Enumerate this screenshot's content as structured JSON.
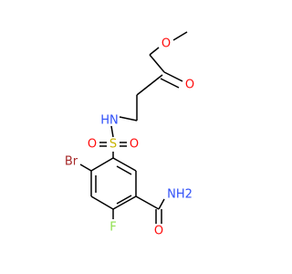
{
  "molecule": {
    "colors": {
      "carbon_bond": "#000000",
      "oxygen": "#ff0d0d",
      "nitrogen": "#3050f8",
      "sulfur": "#c8b400",
      "bromine": "#a62929",
      "fluorine": "#90e050"
    },
    "atom_labels": {
      "ester_o_single": "O",
      "ester_o_double": "O",
      "sulfonamide_nh": "HN",
      "sulfur": "S",
      "sulfonyl_o_left": "O",
      "sulfonyl_o_right": "O",
      "bromine": "Br",
      "amide_nh2": "NH2",
      "amide_o": "O",
      "fluorine": "F"
    }
  }
}
